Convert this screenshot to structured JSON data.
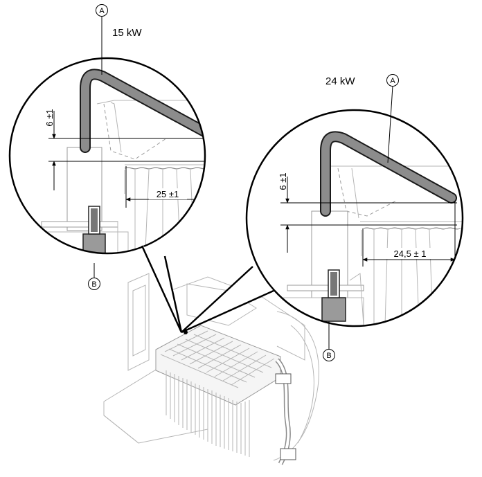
{
  "detail_left": {
    "power_label": "15 kW",
    "callout_a": "A",
    "callout_b": "B",
    "dim_vertical": "6 ±1",
    "dim_horizontal": "25 ±1"
  },
  "detail_right": {
    "power_label": "24 kW",
    "callout_a": "A",
    "callout_b": "B",
    "dim_vertical": "6 ±1",
    "dim_horizontal": "24,5 ± 1"
  },
  "colors": {
    "electrode": "#8c8c8c",
    "electrode_outline": "#1a1a1a",
    "ceramic": "#9a9a9a",
    "line": "#000000",
    "light_line": "#b5b5b5"
  },
  "icons": {
    "callout_marker": "circled-letter-icon",
    "dimension_arrow": "arrow-icon"
  }
}
